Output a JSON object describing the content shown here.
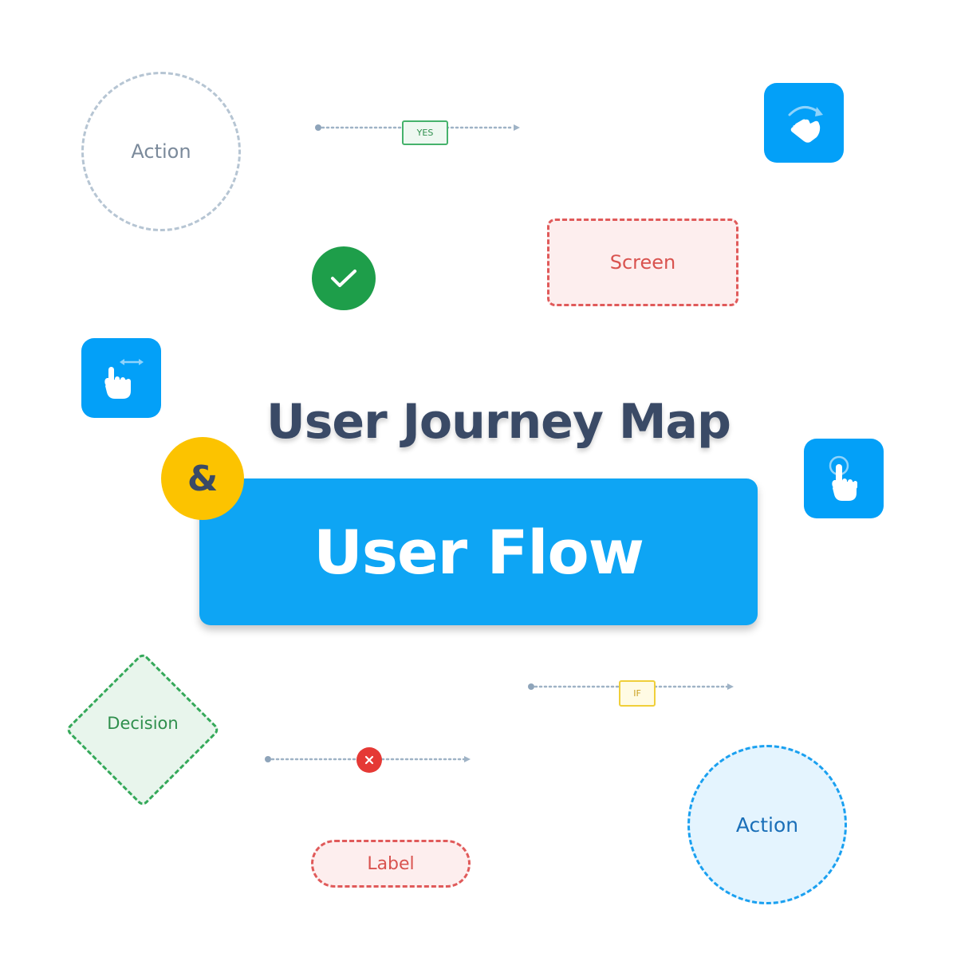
{
  "nodes": {
    "action_top": "Action",
    "screen": "Screen",
    "decision": "Decision",
    "label": "Label",
    "action_bottom": "Action"
  },
  "connectors": {
    "yes_tag": "YES",
    "if_tag": "IF"
  },
  "title": {
    "line1": "User Journey Map",
    "ampersand": "&",
    "line2": "User Flow"
  },
  "icons": {
    "check": "check-icon",
    "reject": "x-icon",
    "tile_1": "hand-rotate-gesture-icon",
    "tile_2": "hand-swipe-gesture-icon",
    "tile_3": "hand-tap-gesture-icon"
  },
  "colors": {
    "primary_blue": "#0ea5f4",
    "title_navy": "#3a4a66",
    "amp_yellow": "#fcc300",
    "success_green": "#1e9e4a",
    "error_red": "#e53935"
  }
}
